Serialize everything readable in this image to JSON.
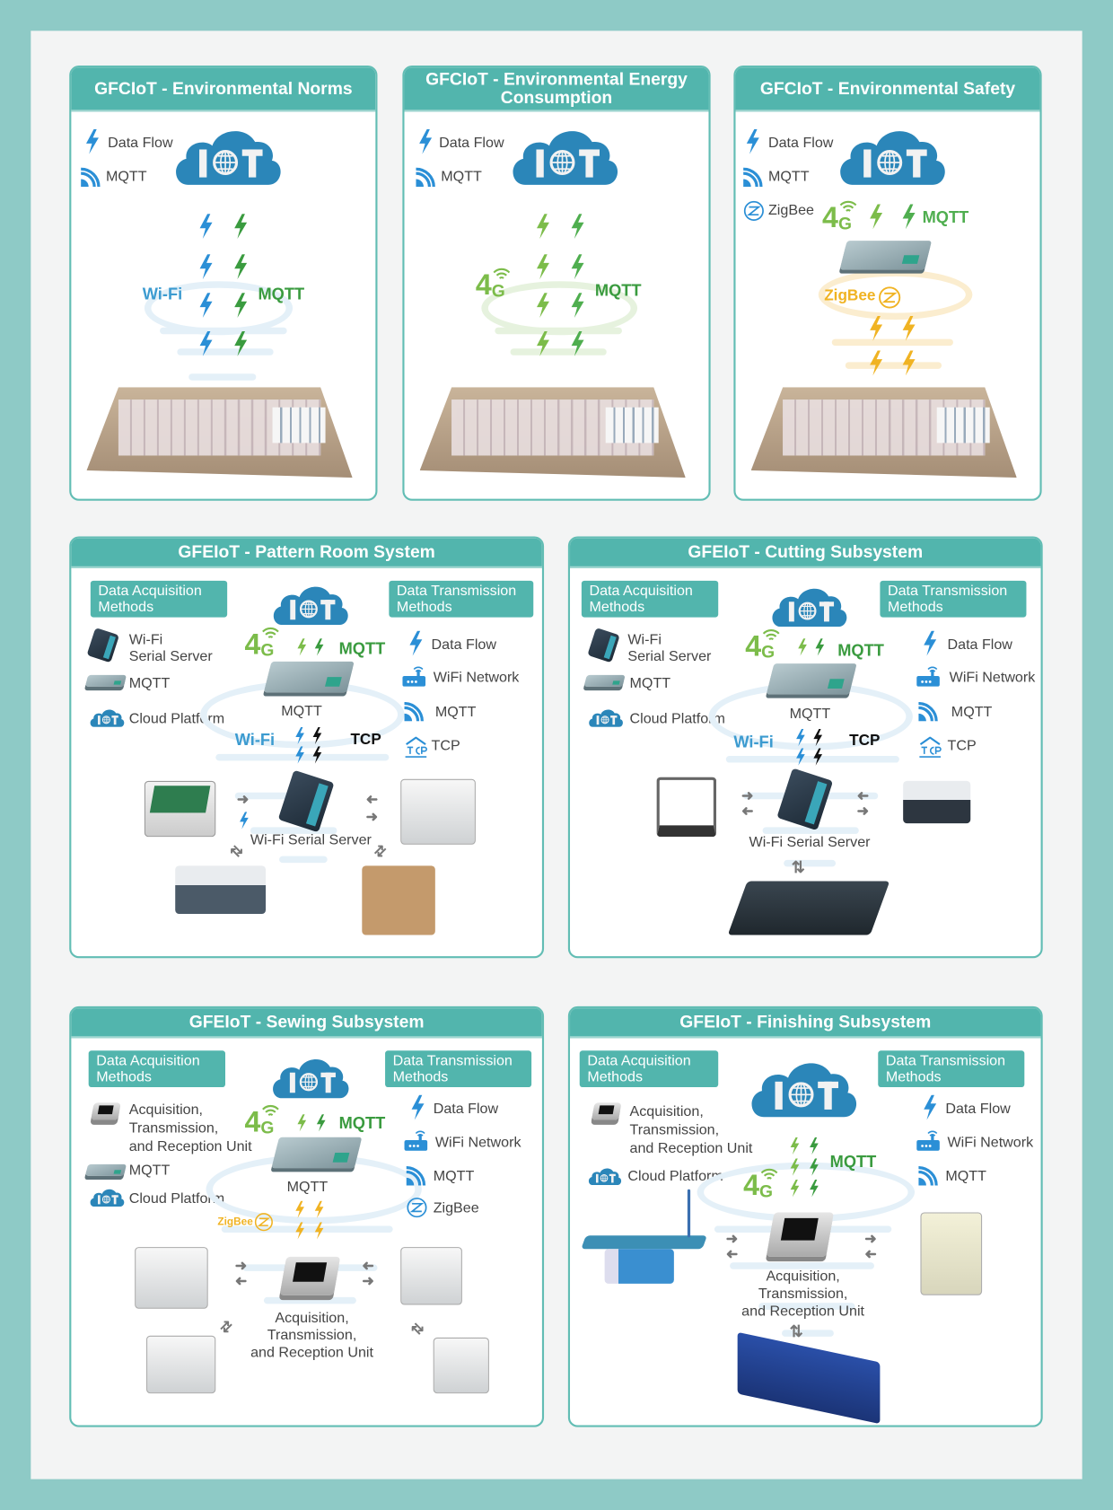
{
  "colors": {
    "accent": "#52b5ad",
    "blue": "#2b8fd6",
    "green": "#3a9b3f",
    "light_green": "#7cbc4a",
    "orange": "#f0b323"
  },
  "net_4g": {
    "digit": "4",
    "letter": "G"
  },
  "env_panels": [
    {
      "title": "GFCIoT - Environmental Norms",
      "legend": {
        "data_flow": "Data Flow",
        "mqtt": "MQTT"
      },
      "label_left": "Wi-Fi",
      "label_right": "MQTT"
    },
    {
      "title": "GFCIoT - Environmental Energy Consumption",
      "legend": {
        "data_flow": "Data Flow",
        "mqtt": "MQTT"
      },
      "label_right": "MQTT"
    },
    {
      "title": "GFCIoT - Environmental Safety",
      "legend": {
        "data_flow": "Data Flow",
        "mqtt": "MQTT",
        "zigbee": "ZigBee"
      },
      "label_top": "MQTT",
      "label_ring": "ZigBee"
    }
  ],
  "pattern": {
    "title": "GFEIoT - Pattern Room System",
    "acq_title": "Data Acquisition Methods",
    "trans_title": "Data Transmission Methods",
    "acq": [
      "Wi-Fi\nSerial Server",
      "MQTT",
      "Cloud Platform"
    ],
    "trans": [
      "Data Flow",
      "WiFi Network",
      "MQTT",
      "TCP"
    ],
    "top_label": "MQTT",
    "device_label": "MQTT",
    "wifi_label": "Wi-Fi",
    "tcp_label": "TCP",
    "server_label": "Wi-Fi Serial Server"
  },
  "cutting": {
    "title": "GFEIoT - Cutting Subsystem",
    "acq_title": "Data Acquisition Methods",
    "trans_title": "Data Transmission Methods",
    "acq": [
      "Wi-Fi\nSerial Server",
      "MQTT",
      "Cloud Platform"
    ],
    "trans": [
      "Data Flow",
      "WiFi Network",
      "MQTT",
      "TCP"
    ],
    "top_label": "MQTT",
    "device_label": "MQTT",
    "wifi_label": "Wi-Fi",
    "tcp_label": "TCP",
    "server_label": "Wi-Fi Serial Server"
  },
  "sewing": {
    "title": "GFEIoT - Sewing Subsystem",
    "acq_title": "Data Acquisition Methods",
    "trans_title": "Data Transmission Methods",
    "acq": [
      "Acquisition,\nTransmission,\nand Reception Unit",
      "MQTT",
      "Cloud Platform"
    ],
    "trans": [
      "Data Flow",
      "WiFi Network",
      "MQTT",
      "ZigBee"
    ],
    "top_label": "MQTT",
    "device_label": "MQTT",
    "zigbee_label": "ZigBee",
    "unit_label": "Acquisition,\nTransmission,\nand Reception Unit"
  },
  "finishing": {
    "title": "GFEIoT - Finishing Subsystem",
    "acq_title": "Data Acquisition Methods",
    "trans_title": "Data Transmission Methods",
    "acq": [
      "Acquisition,\nTransmission,\nand Reception Unit",
      "Cloud Platform"
    ],
    "trans": [
      "Data Flow",
      "WiFi Network",
      "MQTT"
    ],
    "mqtt_label": "MQTT",
    "unit_label": "Acquisition,\nTransmission,\nand Reception Unit"
  }
}
